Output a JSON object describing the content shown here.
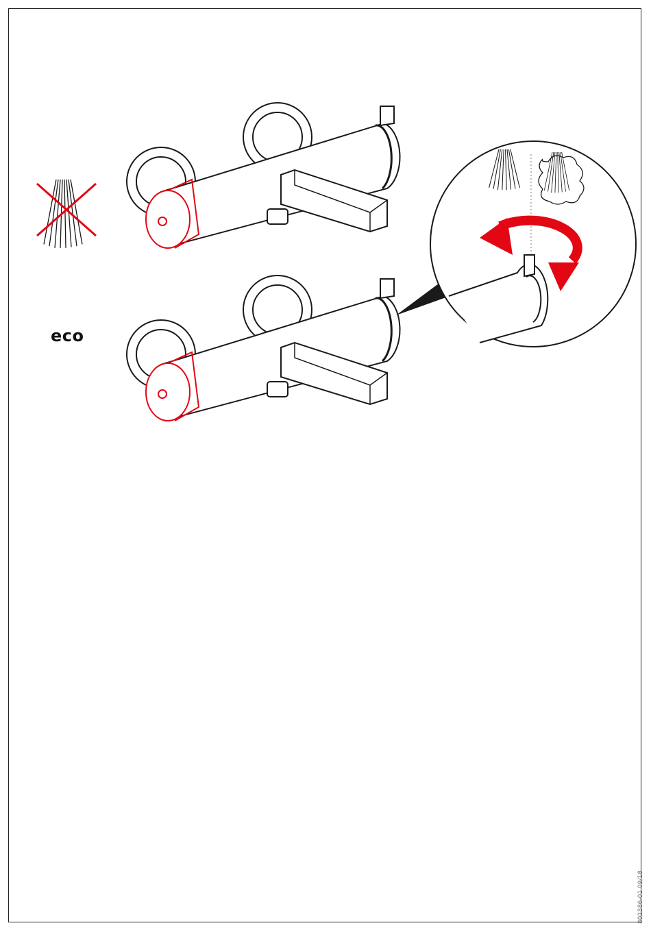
{
  "labels": {
    "eco": "eco",
    "document_code": "802386-01 09/18"
  },
  "colors": {
    "line": "#1a1a1a",
    "accent": "#e30613"
  },
  "steps": [
    {
      "name": "step-1-no-spray"
    },
    {
      "name": "step-2-eco-zoom"
    },
    {
      "name": "step-3-turn-on-spout"
    },
    {
      "name": "step-4-hand-shower"
    }
  ]
}
